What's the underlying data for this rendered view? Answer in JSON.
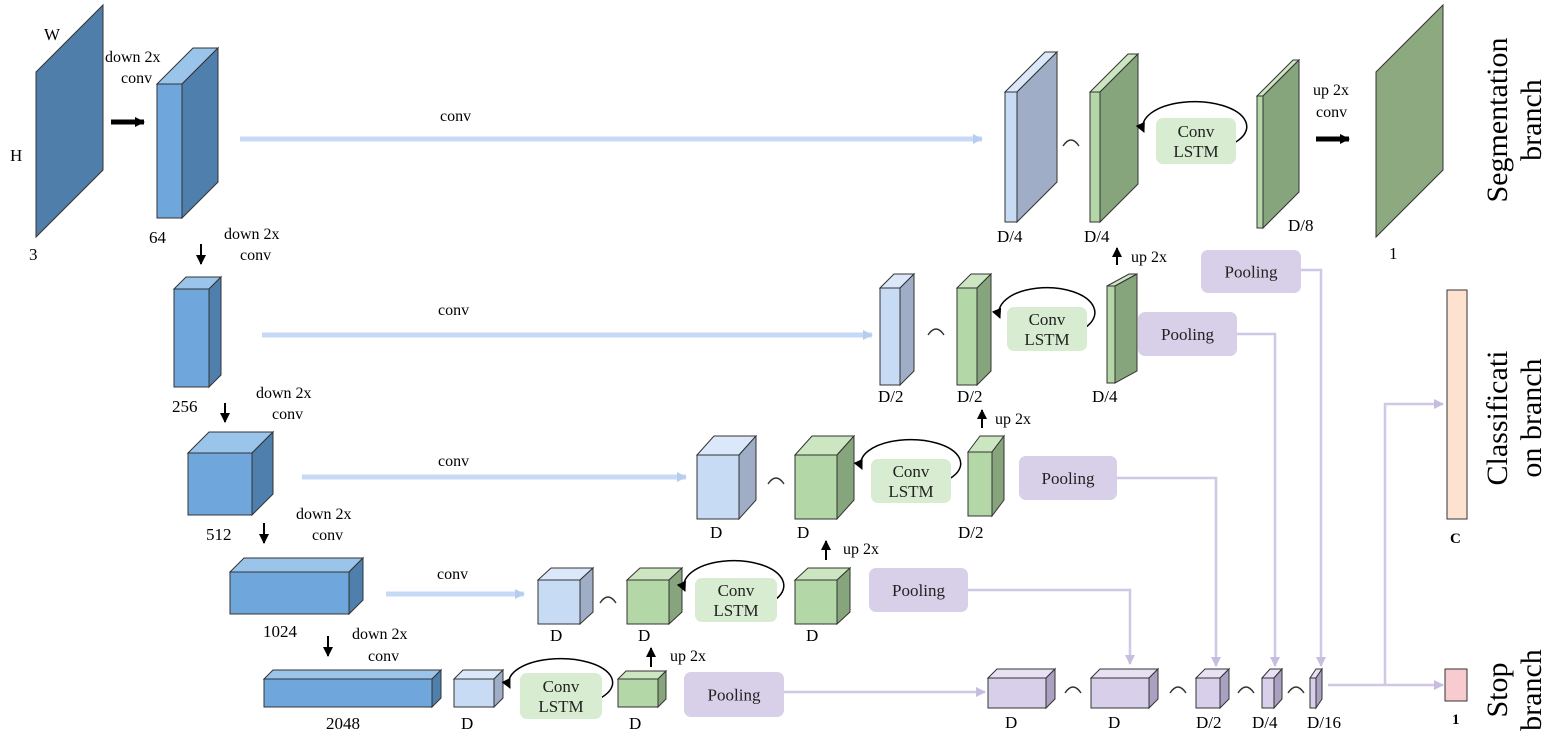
{
  "input": {
    "w": "W",
    "h": "H",
    "channels": "3"
  },
  "encoder": {
    "down_labels": [
      "down 2x",
      "conv"
    ],
    "channels": [
      "64",
      "256",
      "512",
      "1024",
      "2048"
    ]
  },
  "skip_label": "conv",
  "decoder": {
    "dims": {
      "d": "D",
      "d2": "D/2",
      "d4": "D/4",
      "d8": "D/8",
      "d16": "D/16"
    },
    "up_label": "up 2x",
    "conv_lstm": [
      "Conv",
      "LSTM"
    ],
    "pooling": "Pooling"
  },
  "outputs": {
    "segmentation": {
      "value": "1",
      "lines": [
        "Segmentation",
        "branch"
      ]
    },
    "classification": {
      "value": "C",
      "lines": [
        "Classificati",
        "on branch"
      ]
    },
    "stop": {
      "value": "1",
      "lines": [
        "Stop",
        "branch"
      ]
    }
  },
  "colors": {
    "encoder_front": "#6fa7dc",
    "encoder_top": "#9ac4ea",
    "encoder_side": "#4f7fad",
    "skip_front": "#c7dbf5",
    "skip_top": "#dbe8f9",
    "skip_side": "#9fadc6",
    "green_front": "#b4d7a8",
    "green_top": "#cde6c2",
    "green_side": "#86a57c",
    "lstm_box": "#d7ecd1",
    "pool_box": "#d8cfe8",
    "pool_front": "#d8d0ea",
    "pool_top": "#e7e1f3",
    "pool_side": "#a9a0c2",
    "arrow_blue": "#c6daf5",
    "arrow_purple": "#d0c8e6",
    "class_bar": "#fde3cf",
    "stop_bar": "#f7cbcf"
  }
}
